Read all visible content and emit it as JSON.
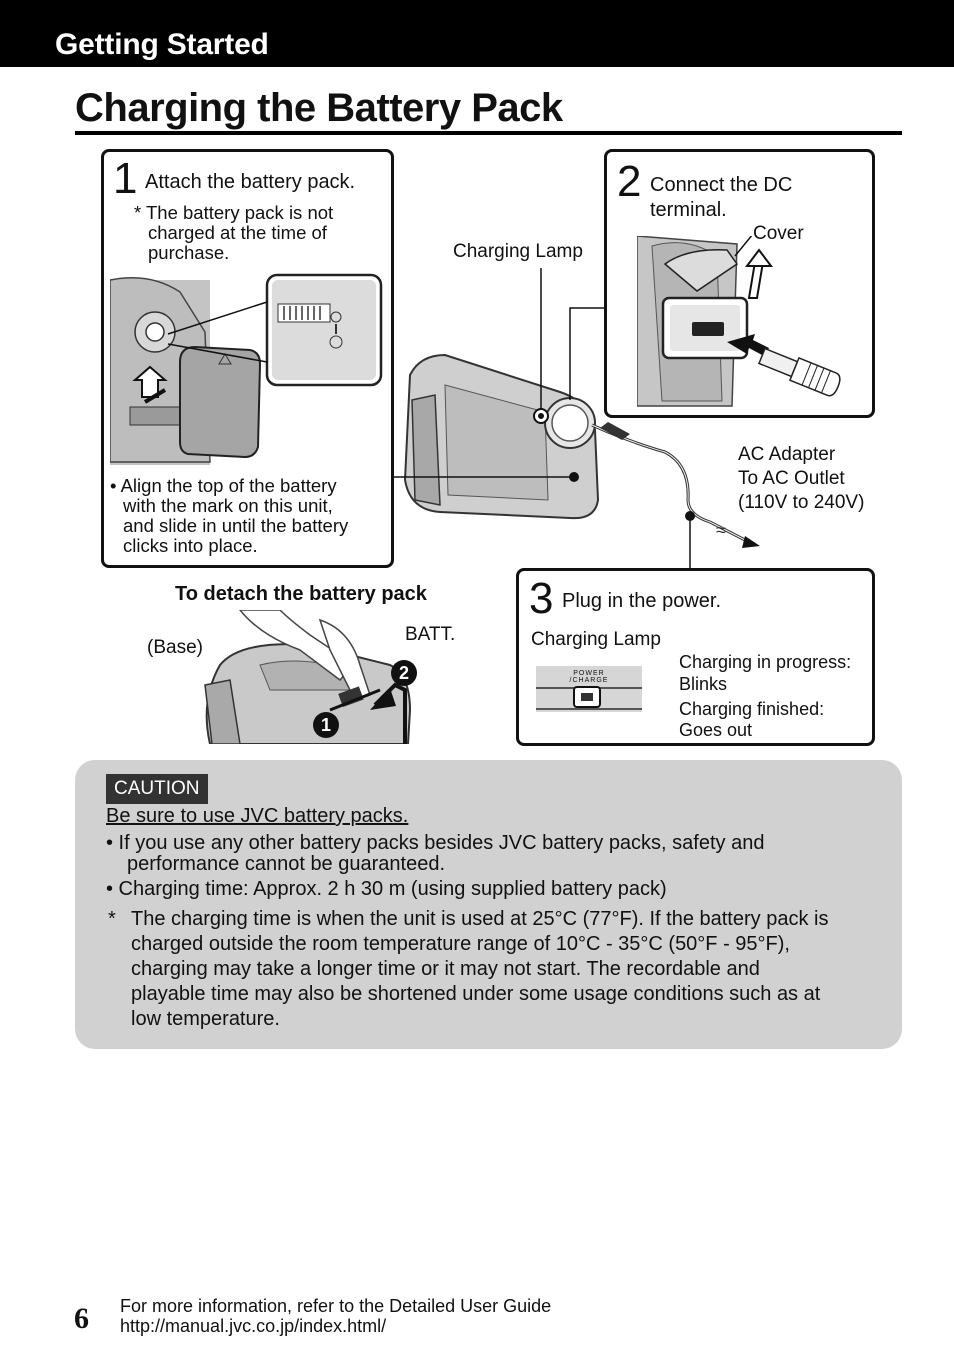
{
  "header": {
    "section": "Getting Started"
  },
  "page": {
    "title": "Charging the Battery Pack"
  },
  "step1": {
    "number": "1",
    "title": "Attach the battery pack.",
    "note_line1": "* The battery pack is not",
    "note_line2": "charged at the time of",
    "note_line3": "purchase.",
    "bullet_line1": "• Align the top of the battery",
    "bullet_line2": "with the mark on this unit,",
    "bullet_line3": "and slide in until the battery",
    "bullet_line4": "clicks into place."
  },
  "step2": {
    "number": "2",
    "title_line1": "Connect the DC",
    "title_line2": "terminal.",
    "cover_label": "Cover"
  },
  "step3": {
    "number": "3",
    "title": "Plug in the power.",
    "lamp_label": "Charging Lamp",
    "indicator_line1": "POWER",
    "indicator_line2": "/CHARGE",
    "progress_line1": "Charging in progress:",
    "progress_line2": "Blinks",
    "finished_line1": "Charging finished:",
    "finished_line2": "Goes out"
  },
  "diagram": {
    "charging_lamp": "Charging Lamp",
    "ac_line1": "AC Adapter",
    "ac_line2": "To AC Outlet",
    "ac_line3": "(110V to 240V)"
  },
  "detach": {
    "title": "To detach the battery pack",
    "base_label": "(Base)",
    "batt_label": "BATT.",
    "marker1": "1",
    "marker2": "2"
  },
  "caution": {
    "badge": "CAUTION",
    "heading": "Be sure to use JVC battery packs.",
    "b1_line1": "•  If you use any other battery packs besides JVC battery packs, safety and",
    "b1_line2": "performance cannot be guaranteed.",
    "b2": "•  Charging time: Approx. 2 h 30 m (using supplied battery pack)",
    "asterisk": "*",
    "n_line1": "The charging time is when the unit is used at 25°C (77°F). If the battery pack is",
    "n_line2": "charged outside the room temperature range of 10°C - 35°C (50°F - 95°F),",
    "n_line3": "charging may take a longer time or it may not start. The recordable and",
    "n_line4": "playable time may also be shortened under some usage conditions such as at",
    "n_line5": "low temperature."
  },
  "footer": {
    "page_number": "6",
    "line1": "For more information, refer to the Detailed User Guide",
    "line2": "http://manual.jvc.co.jp/index.html/"
  }
}
